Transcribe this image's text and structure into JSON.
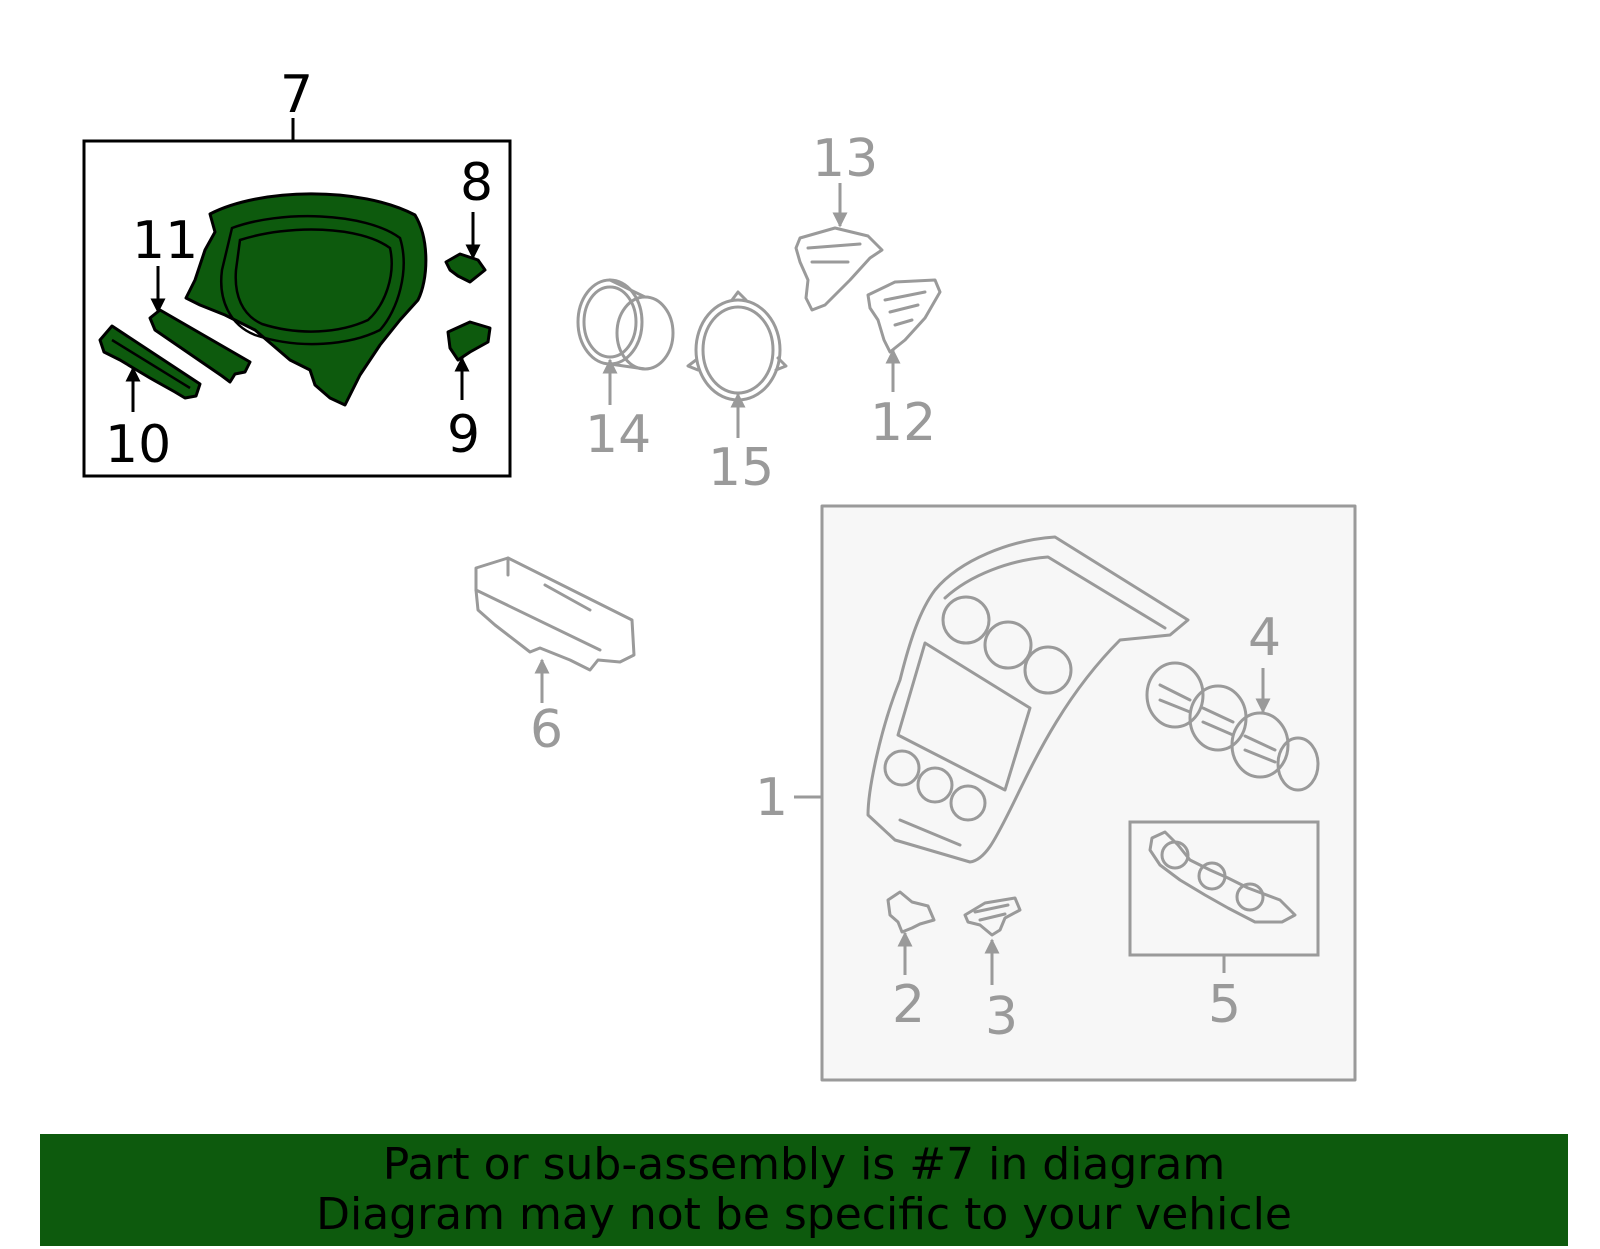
{
  "colors": {
    "highlight": "#0d5a0d",
    "banner": "#0d5a0d",
    "inactive_gray": "#9a9a9a",
    "box_fill": "#f7f7f7"
  },
  "callouts": {
    "c1": "1",
    "c2": "2",
    "c3": "3",
    "c4": "4",
    "c5": "5",
    "c6": "6",
    "c7": "7",
    "c8": "8",
    "c9": "9",
    "c10": "10",
    "c11": "11",
    "c12": "12",
    "c13": "13",
    "c14": "14",
    "c15": "15"
  },
  "banner": {
    "line1": "Part or sub-assembly is #7 in diagram",
    "line2": "Diagram may not be specific to your vehicle"
  }
}
